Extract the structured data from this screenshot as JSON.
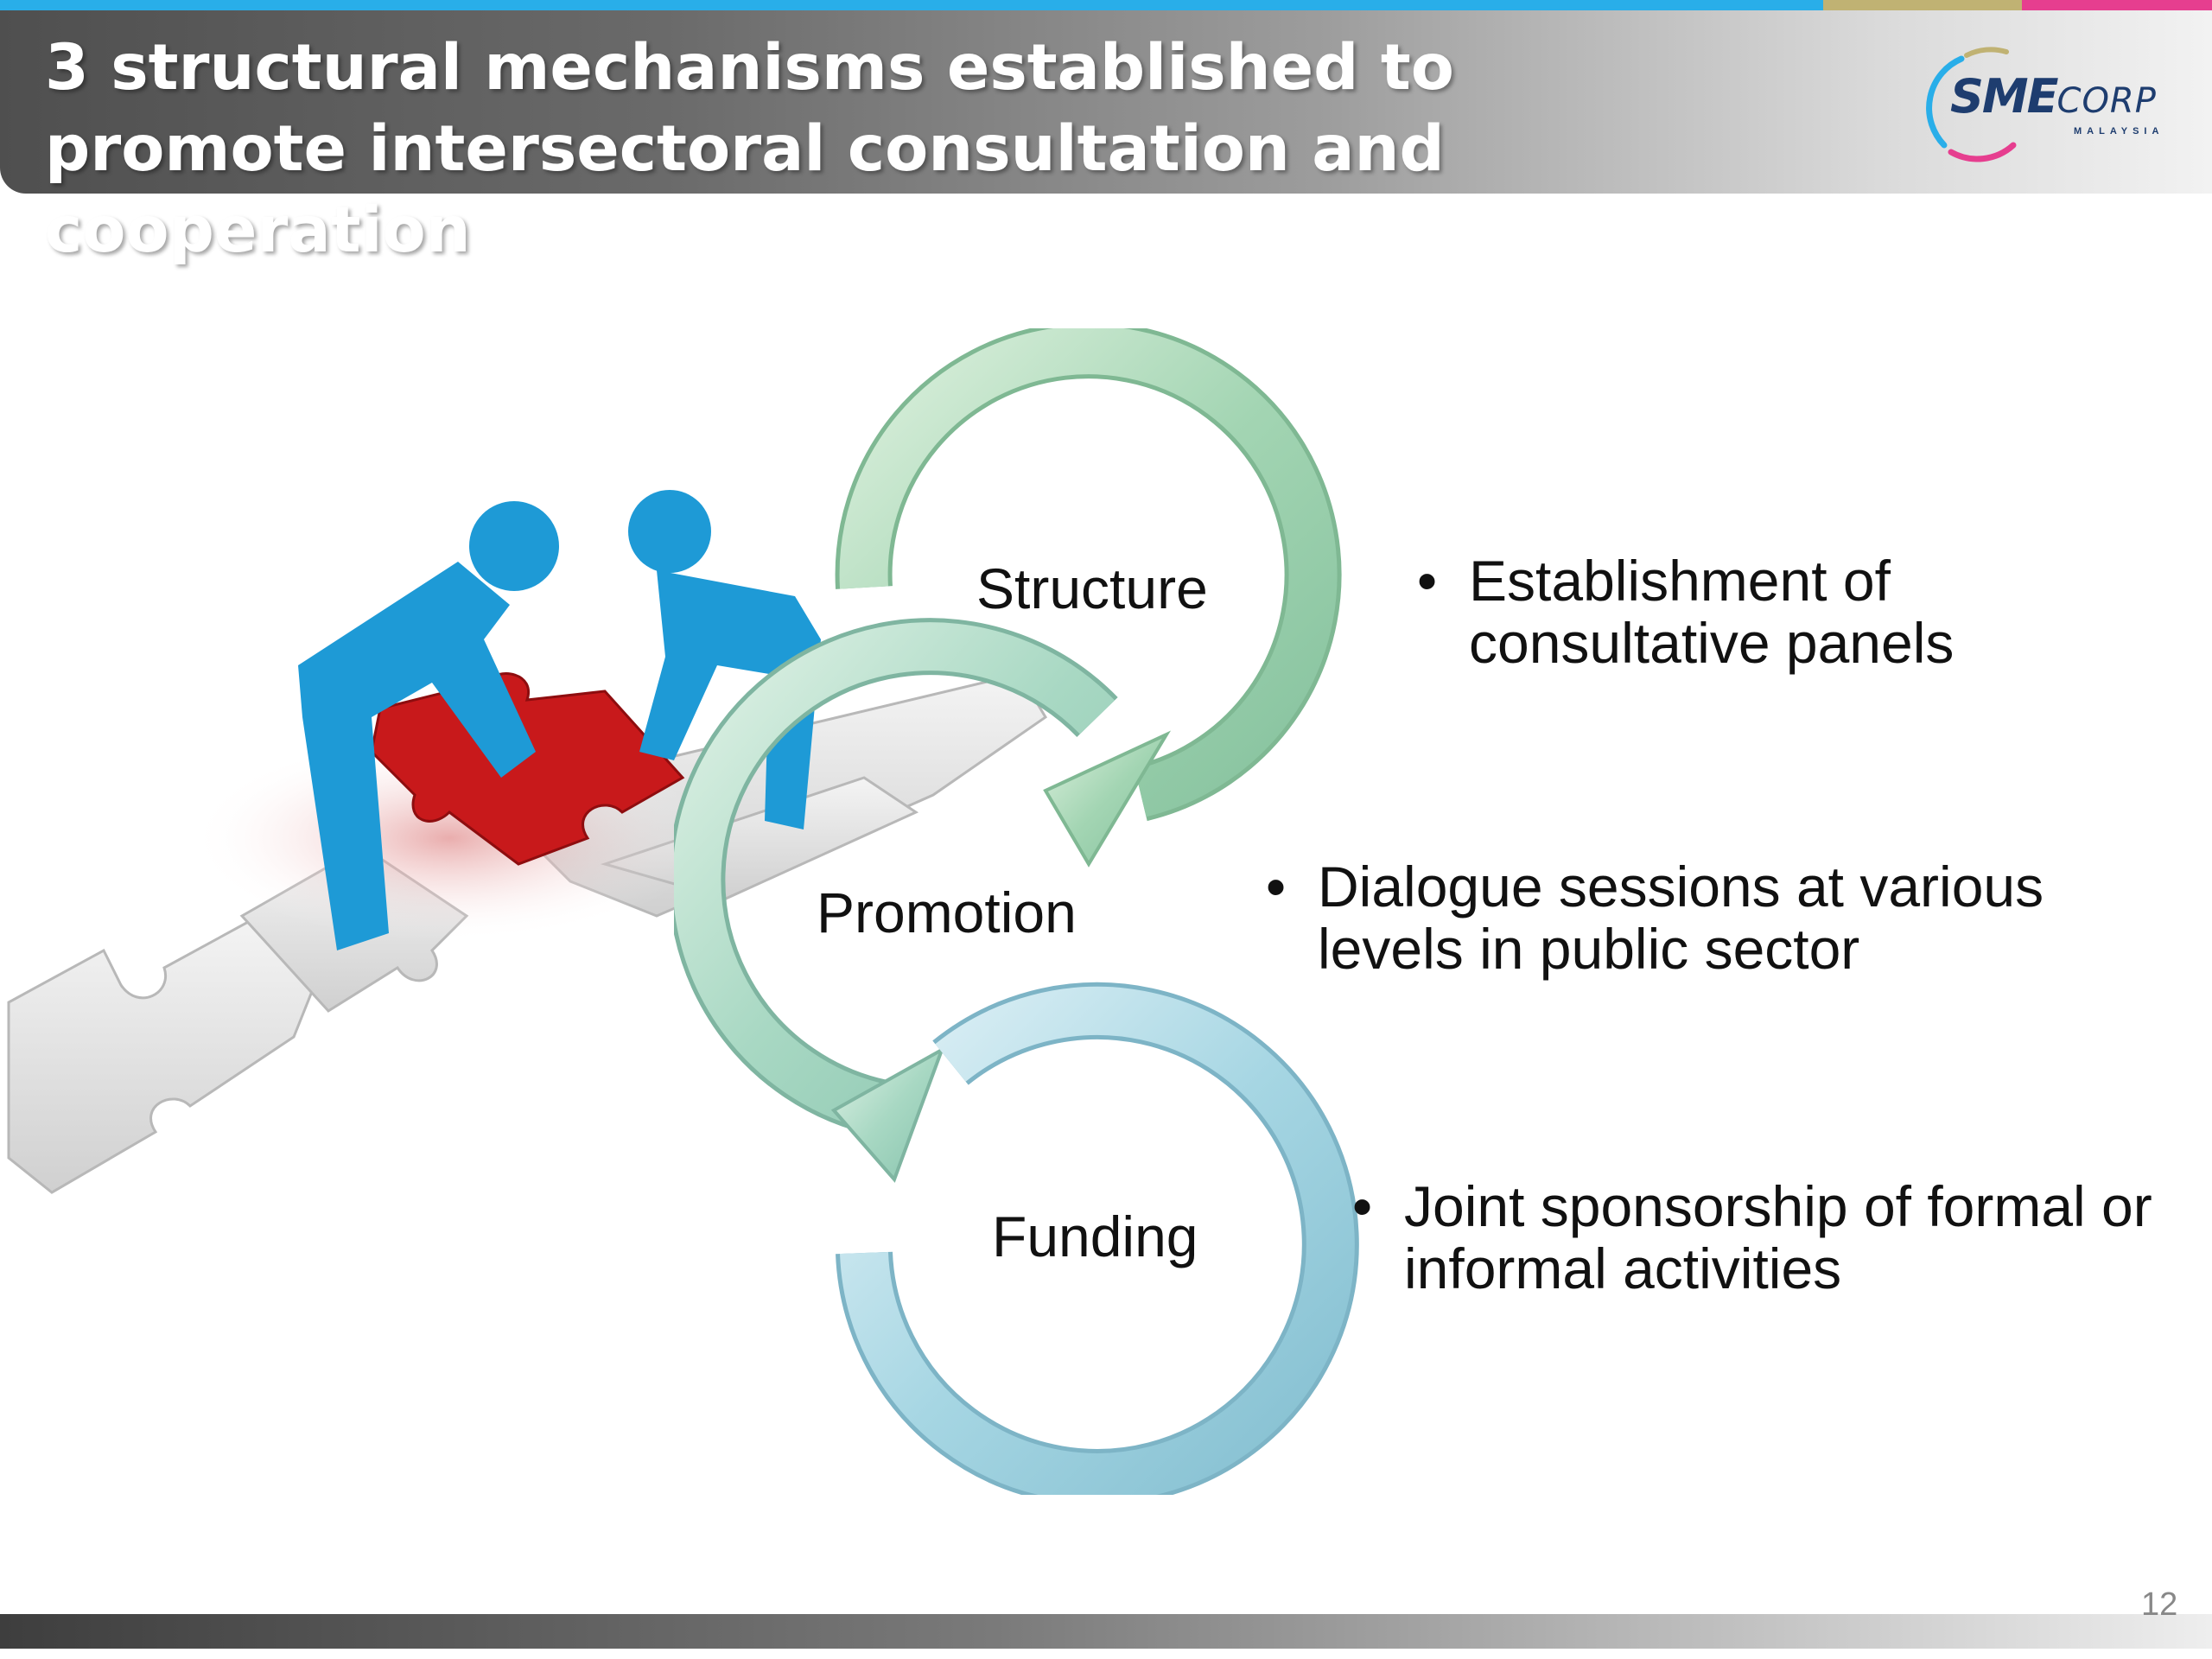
{
  "slide": {
    "title": "3 structural mechanisms established to promote intersectoral consultation and cooperation",
    "page_number": "12"
  },
  "logo": {
    "sme": "SME",
    "corp": "CORP",
    "sub": "MALAYSIA"
  },
  "steps": [
    {
      "label": "Structure",
      "description": "Establishment of consultative panels",
      "color": "#a3d5b3"
    },
    {
      "label": "Promotion",
      "description": "Dialogue sessions at various levels in public sector",
      "color": "#a8d8c3"
    },
    {
      "label": "Funding",
      "description": "Joint sponsorship of formal or informal activities",
      "color": "#a6d6e3"
    }
  ],
  "bullet_char": "•",
  "colors": {
    "figure_blue": "#1e9ad6",
    "puzzle_red": "#c8191b",
    "puzzle_white": "#e6e6e6",
    "accent_blue": "#29aee9",
    "accent_gold": "#c0b273",
    "accent_pink": "#e63e8f"
  }
}
